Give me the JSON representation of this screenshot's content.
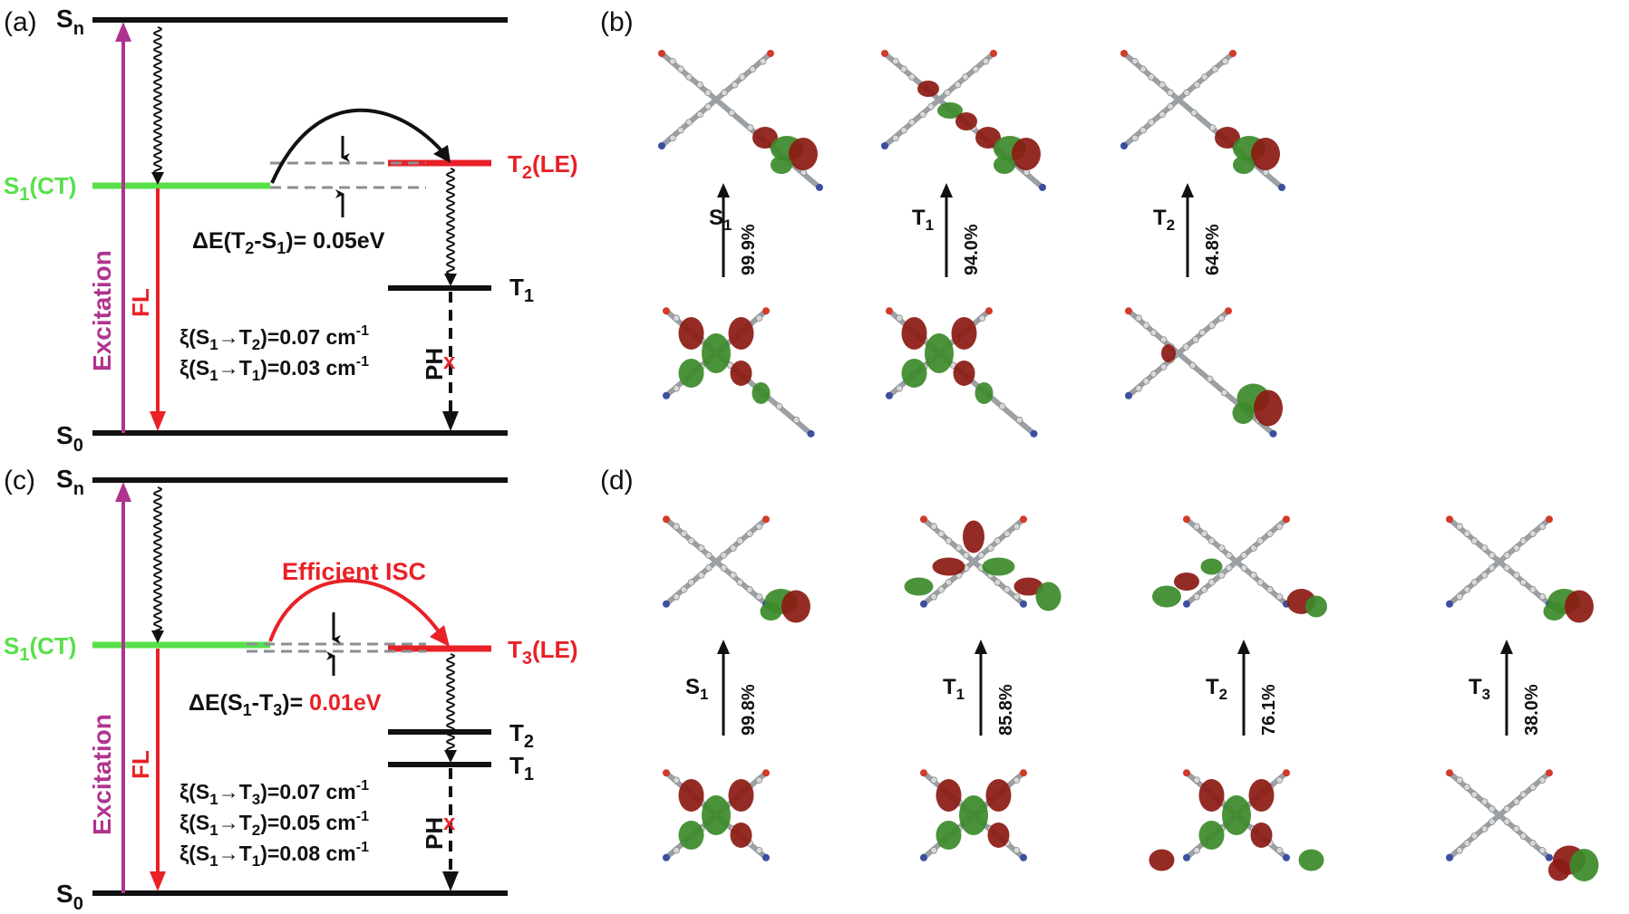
{
  "panels": {
    "a": "(a)",
    "b": "(b)",
    "c": "(c)",
    "d": "(d)"
  },
  "colors": {
    "excitation": "#b0348f",
    "fl": "#e82127",
    "s1_level": "#58e04a",
    "t_level_red": "#e82127",
    "black": "#111111",
    "dashed": "#8a8f95",
    "orbital_red": "#8b1a12",
    "orbital_green": "#3c8a2a"
  },
  "panel_a": {
    "sn": "S",
    "sn_sub": "n",
    "s0": "S",
    "s0_sub": "0",
    "s1": "S",
    "s1_sub": "1",
    "s1_suffix": "(CT)",
    "t2": "T",
    "t2_sub": "2",
    "t2_suffix": "(LE)",
    "t1": "T",
    "t1_sub": "1",
    "excitation": "Excitation",
    "fl": "FL",
    "ph": "PH",
    "delta_e": {
      "prefix": "ΔE(T",
      "sub1": "2",
      "mid": "-S",
      "sub2": "1",
      "suffix": ")= 0.05eV"
    },
    "xi": [
      {
        "prefix": "ξ(S",
        "s": "1",
        "arrow": "→T",
        "t": "2",
        "value": ")=0.07 cm",
        "sup": "-1"
      },
      {
        "prefix": "ξ(S",
        "s": "1",
        "arrow": "→T",
        "t": "1",
        "value": ")=0.03 cm",
        "sup": "-1"
      }
    ],
    "blocked_mark": "x"
  },
  "panel_c": {
    "sn": "S",
    "sn_sub": "n",
    "s0": "S",
    "s0_sub": "0",
    "s1": "S",
    "s1_sub": "1",
    "s1_suffix": "(CT)",
    "t3": "T",
    "t3_sub": "3",
    "t3_suffix": "(LE)",
    "t2": "T",
    "t2_sub": "2",
    "t1": "T",
    "t1_sub": "1",
    "excitation": "Excitation",
    "fl": "FL",
    "ph": "PH",
    "isc": "Efficient ISC",
    "delta_e": {
      "prefix": "ΔE(S",
      "sub1": "1",
      "mid": "-T",
      "sub2": "3",
      "suffix": ")= ",
      "value": "0.01eV"
    },
    "xi": [
      {
        "prefix": "ξ(S",
        "s": "1",
        "arrow": "→T",
        "t": "3",
        "value": ")=0.07 cm",
        "sup": "-1"
      },
      {
        "prefix": "ξ(S",
        "s": "1",
        "arrow": "→T",
        "t": "2",
        "value": ")=0.05 cm",
        "sup": "-1"
      },
      {
        "prefix": "ξ(S",
        "s": "1",
        "arrow": "→T",
        "t": "1",
        "value": ")=0.08 cm",
        "sup": "-1"
      }
    ],
    "blocked_mark": "x"
  },
  "panel_b": {
    "transitions": [
      {
        "state": "S",
        "sub": "1",
        "percent": "99.9%"
      },
      {
        "state": "T",
        "sub": "1",
        "percent": "94.0%"
      },
      {
        "state": "T",
        "sub": "2",
        "percent": "64.8%"
      }
    ]
  },
  "panel_d": {
    "transitions": [
      {
        "state": "S",
        "sub": "1",
        "percent": "99.8%"
      },
      {
        "state": "T",
        "sub": "1",
        "percent": "85.8%"
      },
      {
        "state": "T",
        "sub": "2",
        "percent": "76.1%"
      },
      {
        "state": "T",
        "sub": "3",
        "percent": "38.0%"
      }
    ]
  }
}
